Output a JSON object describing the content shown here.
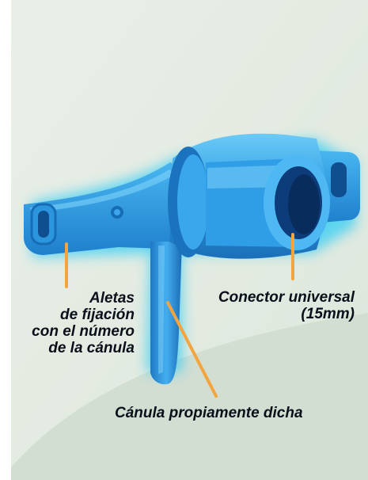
{
  "colors": {
    "background_outer": "#ffffff",
    "panel_light": "#e7ede5",
    "panel_mid": "#d3dfd3",
    "device_blue": "#2a9fe6",
    "device_light": "#5ec6f5",
    "device_dark": "#1570b8",
    "glow": "#37d0f5",
    "leader_line": "#f3a43f",
    "label_text": "#0a0f1a"
  },
  "labels": {
    "aletas": [
      "Aletas",
      "de fijación",
      "con el número",
      "de la cánula"
    ],
    "conector": [
      "Conector universal",
      "(15mm)"
    ],
    "canula": "Cánula propiamente dicha"
  }
}
